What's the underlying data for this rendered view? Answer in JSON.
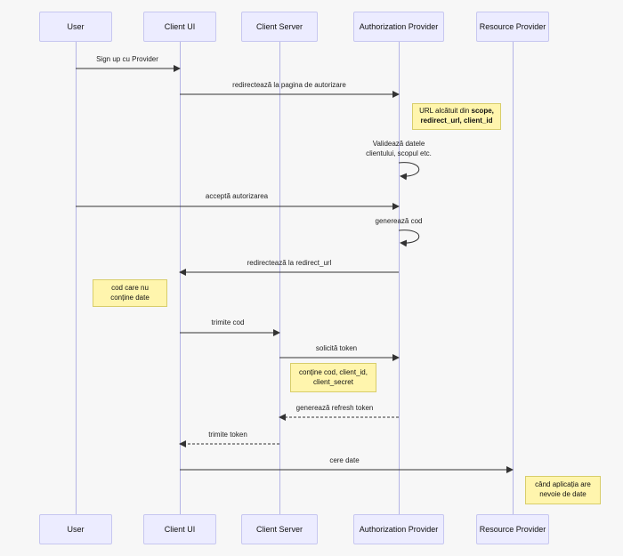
{
  "actors": [
    {
      "id": "user",
      "label": "User"
    },
    {
      "id": "client_ui",
      "label": "Client UI"
    },
    {
      "id": "client_server",
      "label": "Client Server"
    },
    {
      "id": "auth_provider",
      "label": "Authorization Provider"
    },
    {
      "id": "resource_provider",
      "label": "Resource Provider"
    }
  ],
  "messages": {
    "m1": "Sign up cu Provider",
    "m2": "redirectează la pagina de autorizare",
    "m3_line1": "Validează datele",
    "m3_line2": "clientului, scopul etc.",
    "m4": "acceptă autorizarea",
    "m5": "generează cod",
    "m6": "redirectează la redirect_url",
    "m7": "trimite cod",
    "m8": "solicită token",
    "m9": "generează refresh token",
    "m10": "trimite token",
    "m11": "cere date"
  },
  "notes": {
    "n1_prefix": "URL alcătuit din ",
    "n1_bold1": "scope,",
    "n1_bold2": "redirect_url, client_id",
    "n2_line1": "cod care nu",
    "n2_line2": "conține date",
    "n3_line1": "conține cod, client_id,",
    "n3_line2": "client_secret",
    "n4_line1": "când aplicația are",
    "n4_line2": "nevoie de date"
  },
  "colors": {
    "actor_fill": "#ececff",
    "lifeline": "#b4b4e6",
    "note_fill": "#fff5ad",
    "arrow": "#333333"
  }
}
